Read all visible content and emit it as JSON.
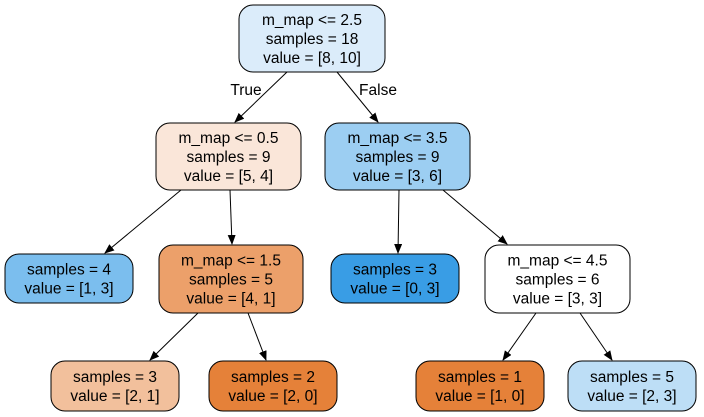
{
  "tree": {
    "nodes": [
      {
        "id": "n0",
        "lines": [
          "m_map <= 2.5",
          "samples = 18",
          "value = [8, 10]"
        ],
        "fill": "#dbecfa"
      },
      {
        "id": "n1",
        "lines": [
          "m_map <= 0.5",
          "samples = 9",
          "value = [5, 4]"
        ],
        "fill": "#fae6d9"
      },
      {
        "id": "n2",
        "lines": [
          "samples = 4",
          "value = [1, 3]"
        ],
        "fill": "#7bbeee"
      },
      {
        "id": "n3",
        "lines": [
          "m_map <= 1.5",
          "samples = 5",
          "value = [4, 1]"
        ],
        "fill": "#eca06a"
      },
      {
        "id": "n4",
        "lines": [
          "samples = 3",
          "value = [2, 1]"
        ],
        "fill": "#f2c09c"
      },
      {
        "id": "n5",
        "lines": [
          "samples = 2",
          "value = [2, 0]"
        ],
        "fill": "#e58139"
      },
      {
        "id": "n6",
        "lines": [
          "m_map <= 3.5",
          "samples = 9",
          "value = [3, 6]"
        ],
        "fill": "#9ccef2"
      },
      {
        "id": "n7",
        "lines": [
          "samples = 3",
          "value = [0, 3]"
        ],
        "fill": "#399de5"
      },
      {
        "id": "n8",
        "lines": [
          "m_map <= 4.5",
          "samples = 6",
          "value = [3, 3]"
        ],
        "fill": "#ffffff"
      },
      {
        "id": "n9",
        "lines": [
          "samples = 1",
          "value = [1, 0]"
        ],
        "fill": "#e58139"
      },
      {
        "id": "n10",
        "lines": [
          "samples = 5",
          "value = [2, 3]"
        ],
        "fill": "#bddef6"
      }
    ],
    "edges": [
      {
        "from": "n0",
        "to": "n1",
        "label": "True"
      },
      {
        "from": "n0",
        "to": "n6",
        "label": "False"
      },
      {
        "from": "n1",
        "to": "n2",
        "label": ""
      },
      {
        "from": "n1",
        "to": "n3",
        "label": ""
      },
      {
        "from": "n3",
        "to": "n4",
        "label": ""
      },
      {
        "from": "n3",
        "to": "n5",
        "label": ""
      },
      {
        "from": "n6",
        "to": "n7",
        "label": ""
      },
      {
        "from": "n6",
        "to": "n8",
        "label": ""
      },
      {
        "from": "n8",
        "to": "n9",
        "label": ""
      },
      {
        "from": "n8",
        "to": "n10",
        "label": ""
      }
    ]
  }
}
